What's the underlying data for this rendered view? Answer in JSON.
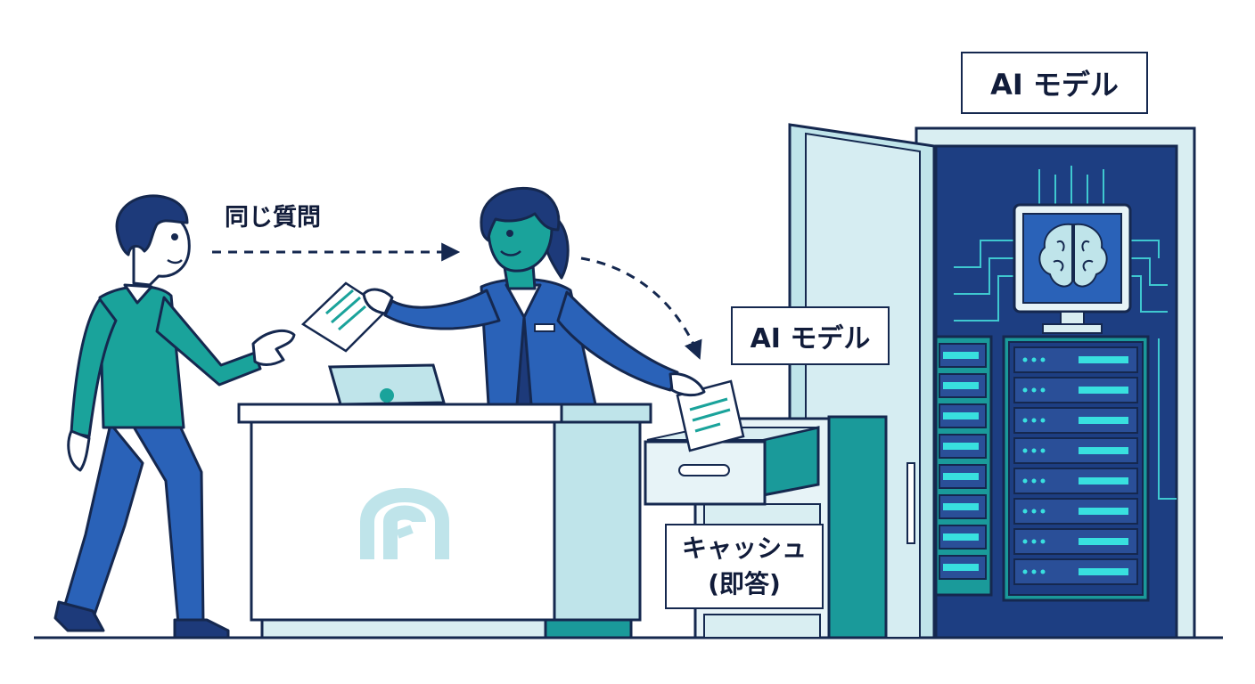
{
  "labels": {
    "question": "同じ質問",
    "ai_model_top": "AI モデル",
    "ai_model_middle": "AI モデル",
    "cache_line1": "キャッシュ",
    "cache_line2": "(即答)"
  },
  "colors": {
    "outline": "#15284f",
    "navy": "#1d3a7a",
    "royal_blue": "#2a62b8",
    "teal": "#1aa39b",
    "light_aqua": "#bfe4ea",
    "pale_aqua": "#d9eef2",
    "server_dark": "#1d3e82",
    "server_light": "#38e0df",
    "skin": "#ffffff"
  }
}
